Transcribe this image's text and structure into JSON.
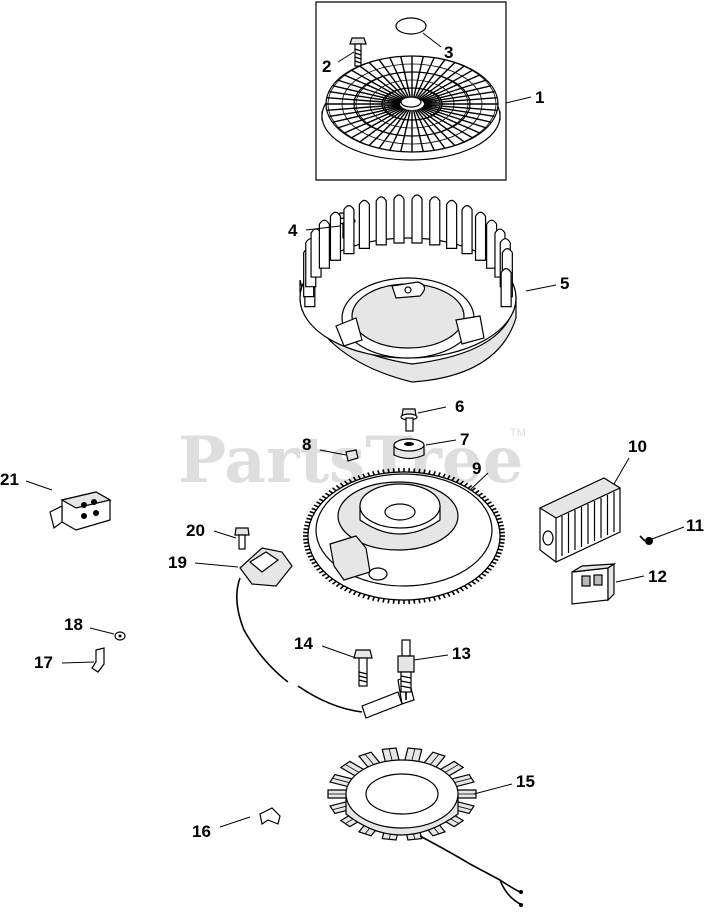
{
  "watermark": {
    "text": "PartsTree",
    "trademark": "TM"
  },
  "callouts": [
    {
      "id": "1",
      "label": "1"
    },
    {
      "id": "2",
      "label": "2"
    },
    {
      "id": "3",
      "label": "3"
    },
    {
      "id": "4",
      "label": "4"
    },
    {
      "id": "5",
      "label": "5"
    },
    {
      "id": "6",
      "label": "6"
    },
    {
      "id": "7",
      "label": "7"
    },
    {
      "id": "8",
      "label": "8"
    },
    {
      "id": "9",
      "label": "9"
    },
    {
      "id": "10",
      "label": "10"
    },
    {
      "id": "11",
      "label": "11"
    },
    {
      "id": "12",
      "label": "12"
    },
    {
      "id": "13",
      "label": "13"
    },
    {
      "id": "14",
      "label": "14"
    },
    {
      "id": "15",
      "label": "15"
    },
    {
      "id": "16",
      "label": "16"
    },
    {
      "id": "17",
      "label": "17"
    },
    {
      "id": "18",
      "label": "18"
    },
    {
      "id": "19",
      "label": "19"
    },
    {
      "id": "20",
      "label": "20"
    },
    {
      "id": "21",
      "label": "21"
    }
  ]
}
